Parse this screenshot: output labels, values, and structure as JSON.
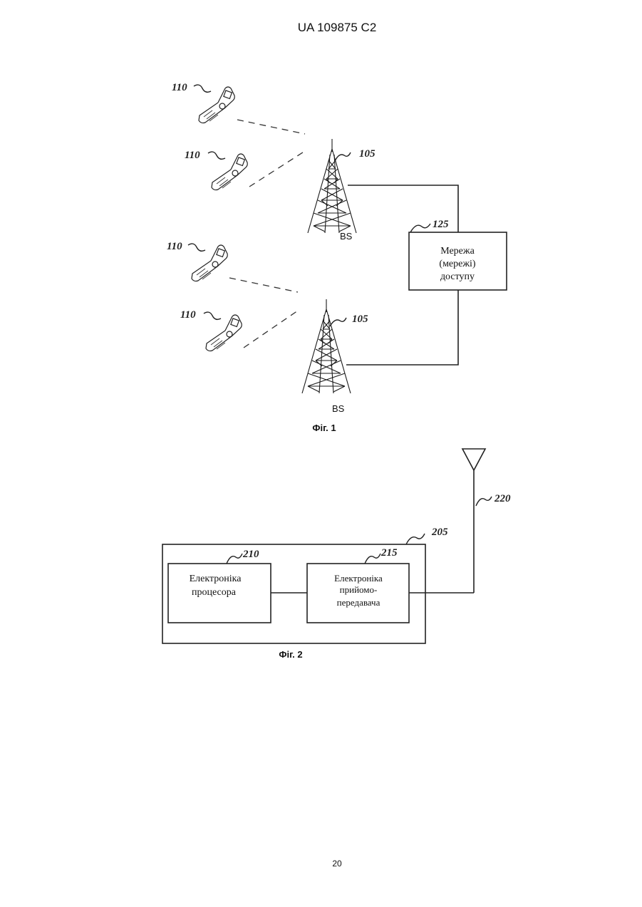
{
  "header": {
    "patent_number": "UA   109875   C2"
  },
  "figure1": {
    "mobile_label": "110",
    "tower_label": "105",
    "tower_station_label": "BS",
    "network_ref": "125",
    "network_lines": [
      "Мережа",
      "(мережі)",
      "доступу"
    ],
    "caption": "Фіг. 1"
  },
  "figure2": {
    "device_ref": "205",
    "processor_ref": "210",
    "processor_lines": [
      "Електроніка",
      "процесора"
    ],
    "transceiver_ref": "215",
    "transceiver_lines": [
      "Електроніка",
      "прийомо-",
      "передавача"
    ],
    "antenna_ref": "220",
    "caption": "Фіг. 2"
  },
  "footer": {
    "page_number": "20"
  }
}
